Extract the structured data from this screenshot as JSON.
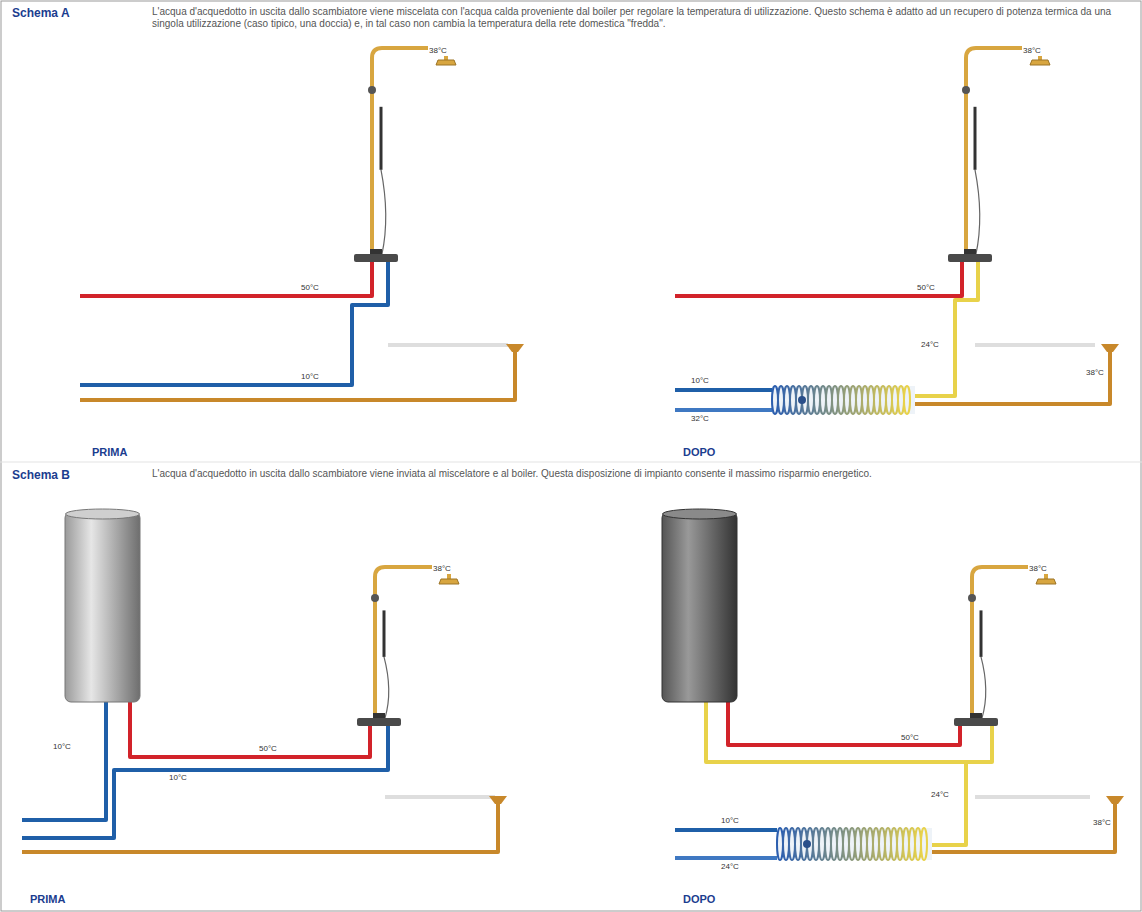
{
  "diagram": {
    "labels": [
      "Schema A",
      "L'acqua d'acquedotto in uscita dallo scambiatore viene miscelata con l'acqua calda proveniente dal boiler per regolare la temperatura di utilizzazione. Questo schema è adatto ad un recupero di potenza termica da una singola utilizzazione (caso tipico, una doccia) e, in tal caso non cambia la temperatura della rete domestica \"fredda\".",
      "38°C",
      "50°C",
      "10°C",
      "PRIMA",
      "38°C",
      "50°C",
      "24°C",
      "10°C",
      "32°C",
      "38°C",
      "DOPO",
      "Schema B",
      "L'acqua d'acquedotto in uscita dallo scambiatore viene inviata al miscelatore e al boiler. Questa disposizione di impianto consente il massimo risparmio energetico.",
      "38°C",
      "10°C",
      "50°C",
      "10°C",
      "PRIMA",
      "38°C",
      "50°C",
      "24°C",
      "10°C",
      "24°C",
      "38°C",
      "DOPO"
    ]
  }
}
